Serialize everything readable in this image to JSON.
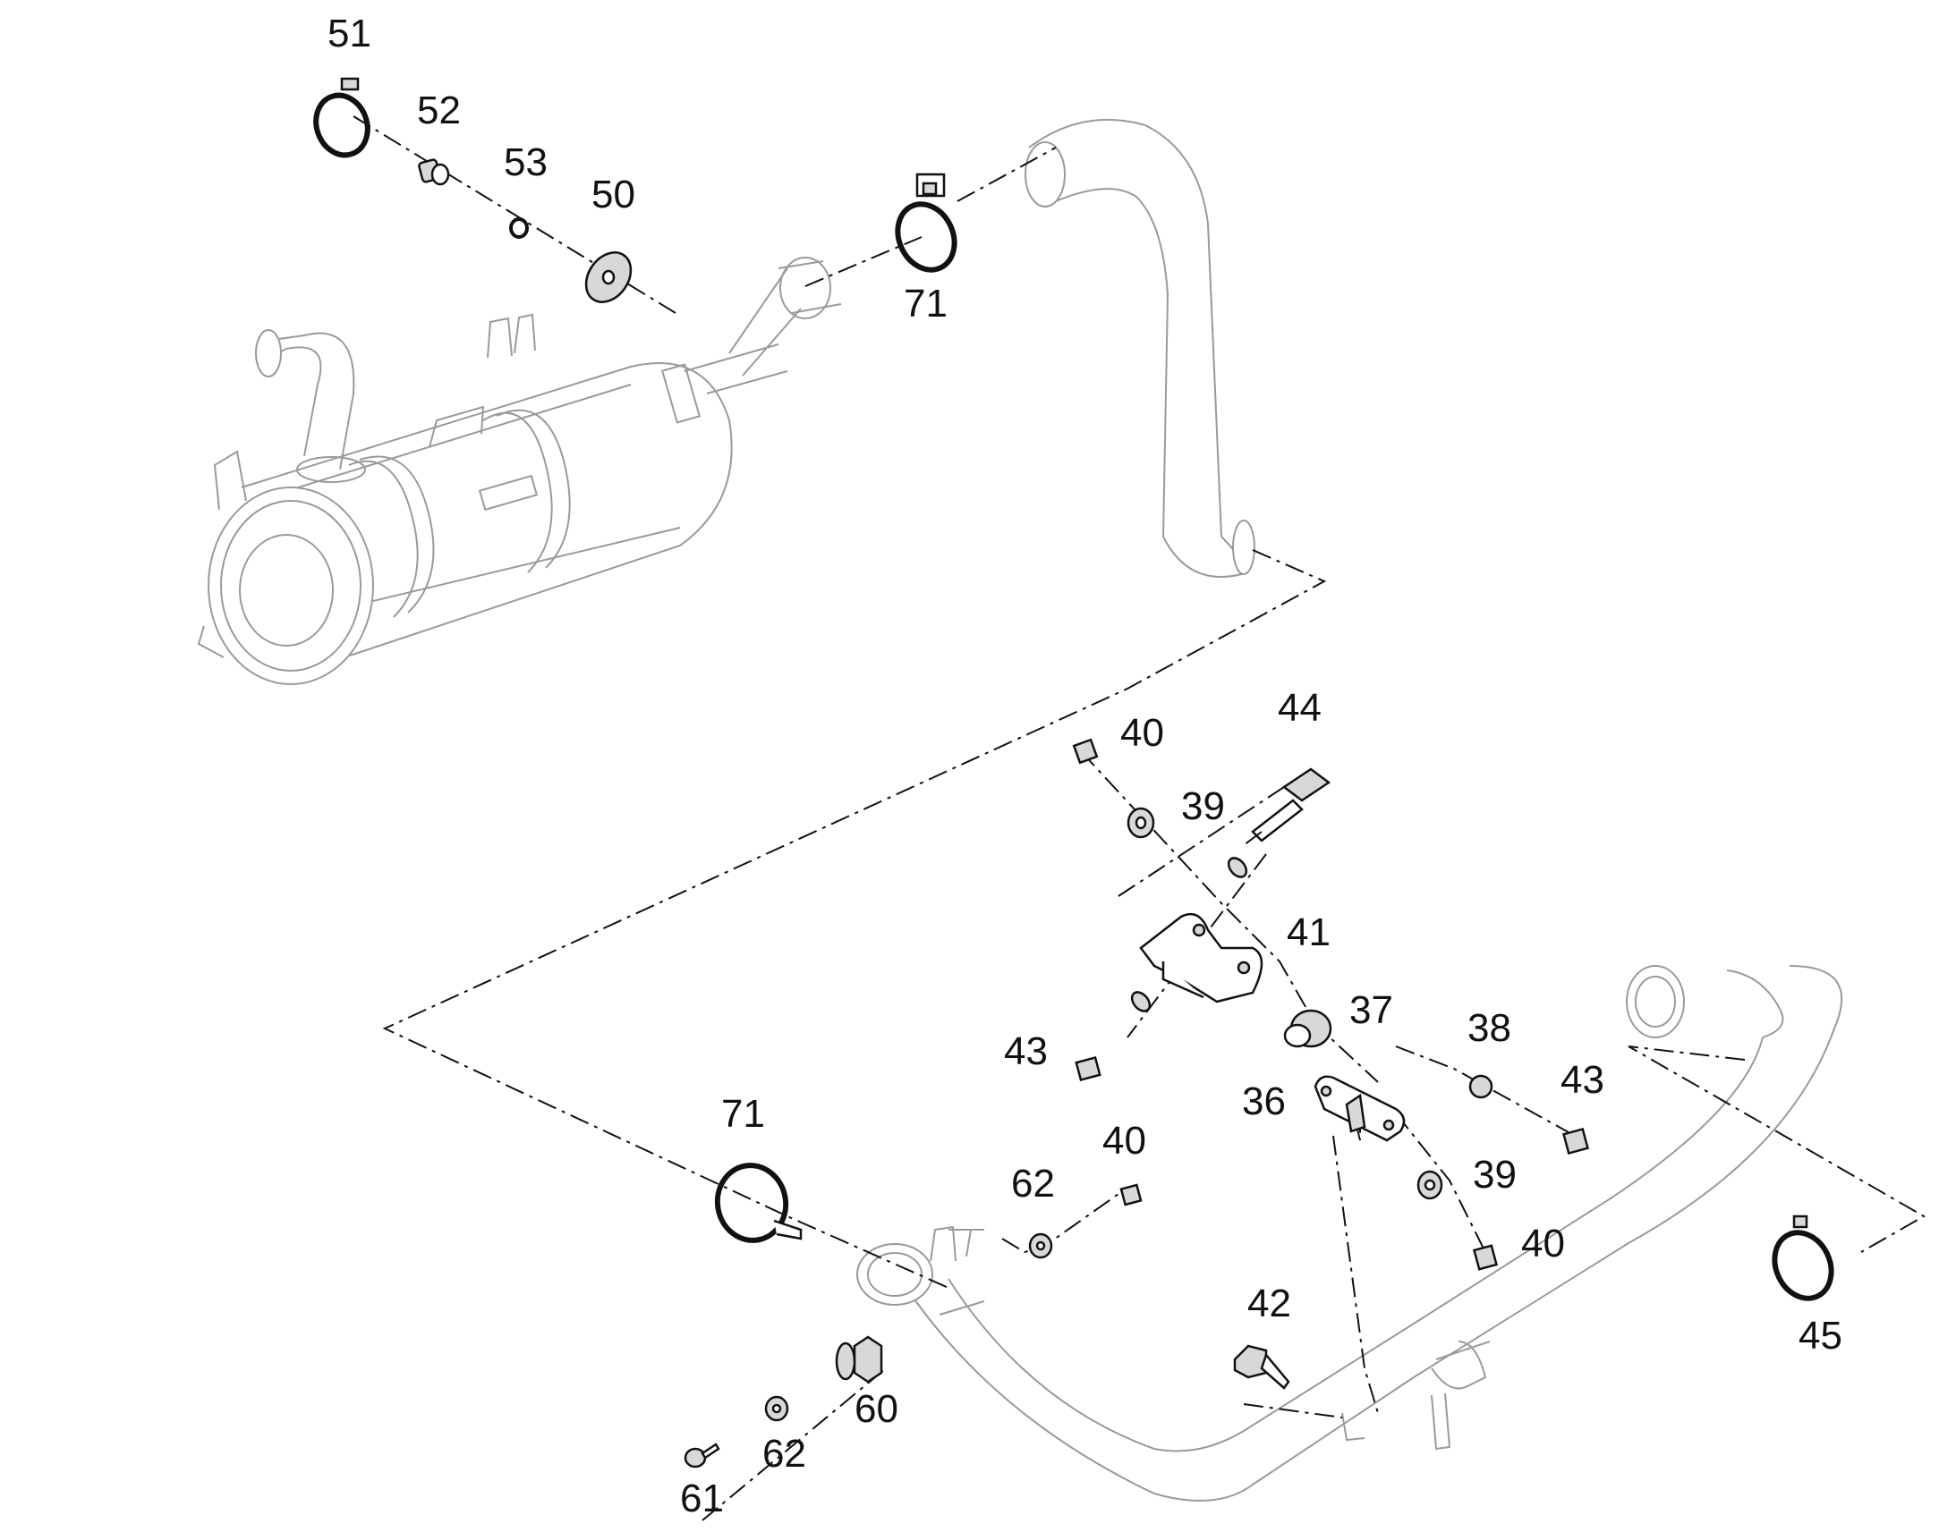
{
  "callouts": [
    {
      "id": "c51a",
      "text": "51"
    },
    {
      "id": "c52a",
      "text": "52"
    },
    {
      "id": "c53a",
      "text": "53"
    },
    {
      "id": "c50a",
      "text": "50"
    },
    {
      "id": "c71a",
      "text": "71"
    },
    {
      "id": "c40a",
      "text": "40"
    },
    {
      "id": "c44a",
      "text": "44"
    },
    {
      "id": "c39a",
      "text": "39"
    },
    {
      "id": "c41a",
      "text": "41"
    },
    {
      "id": "c37a",
      "text": "37"
    },
    {
      "id": "c38a",
      "text": "38"
    },
    {
      "id": "c43a",
      "text": "43"
    },
    {
      "id": "c43b",
      "text": "43"
    },
    {
      "id": "c36a",
      "text": "36"
    },
    {
      "id": "c71b",
      "text": "71"
    },
    {
      "id": "c40b",
      "text": "40"
    },
    {
      "id": "c62a",
      "text": "62"
    },
    {
      "id": "c39b",
      "text": "39"
    },
    {
      "id": "c40c",
      "text": "40"
    },
    {
      "id": "c42a",
      "text": "42"
    },
    {
      "id": "c45a",
      "text": "45"
    },
    {
      "id": "c60a",
      "text": "60"
    },
    {
      "id": "c62b",
      "text": "62"
    },
    {
      "id": "c61a",
      "text": "61"
    }
  ],
  "colors": {
    "ink": "#111111",
    "ghost": "#9a9a9a",
    "background": "#ffffff"
  }
}
